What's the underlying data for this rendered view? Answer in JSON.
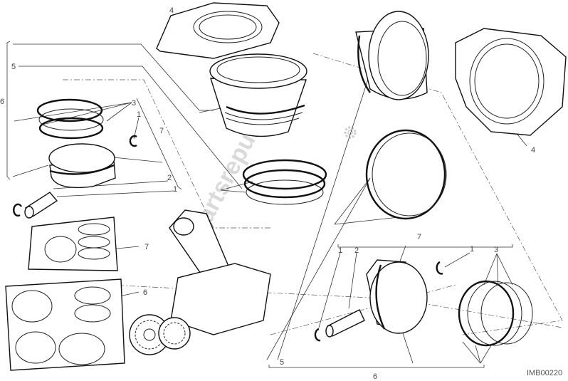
{
  "diagram": {
    "drawing_code": "IMB00220",
    "watermark": "Partsrepublik",
    "callouts": {
      "gasket_top": "4",
      "left_5": "5",
      "left_6": "6",
      "left_rings_3": "3",
      "left_clip_1a": "1",
      "left_7": "7",
      "left_pin_2": "2",
      "left_clip_1b": "1",
      "kit_7": "7",
      "kit_6": "6",
      "gasket_right": "4",
      "right_7": "7",
      "right_clip_1a": "1",
      "right_pin_2": "2",
      "right_clip_1b": "1",
      "right_rings_3": "3",
      "right_5": "5",
      "right_6": "6"
    },
    "colors": {
      "line": "#111111",
      "label": "#444444",
      "watermark": "#d4d4d4"
    }
  }
}
